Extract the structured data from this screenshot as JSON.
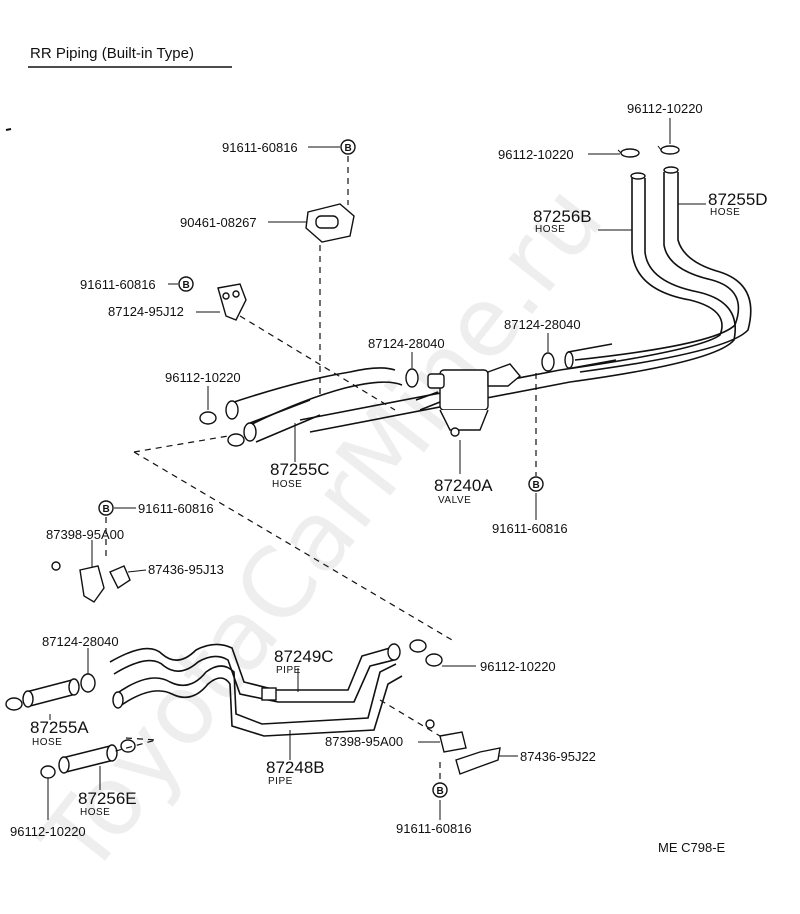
{
  "title": "RR Piping (Built-in Type)",
  "watermark": "ToyotaCarMine.ru",
  "footer_code": "ME  C798-E",
  "bolt_symbol": "B",
  "labels": {
    "p91611_a": "91611-60816",
    "p90461": "90461-08267",
    "p91611_b": "91611-60816",
    "p87124_95J12": "87124-95J12",
    "p96112_a": "96112-10220",
    "p87255C": "87255C",
    "p87255C_sub": "HOSE",
    "p87124_28040_a": "87124-28040",
    "p87124_28040_b": "87124-28040",
    "p87240A": "87240A",
    "p87240A_sub": "VALVE",
    "p91611_c": "91611-60816",
    "p96112_top": "96112-10220",
    "p96112_b": "96112-10220",
    "p87256B": "87256B",
    "p87256B_sub": "HOSE",
    "p87255D": "87255D",
    "p87255D_sub": "HOSE",
    "p91611_d": "91611-60816",
    "p87398_a": "87398-95A00",
    "p87436_J13": "87436-95J13",
    "p87124_28040_c": "87124-28040",
    "p87249C": "87249C",
    "p87249C_sub": "PIPE",
    "p96112_c": "96112-10220",
    "p87255A": "87255A",
    "p87255A_sub": "HOSE",
    "p87398_b": "87398-95A00",
    "p87436_J22": "87436-95J22",
    "p87248B": "87248B",
    "p87248B_sub": "PIPE",
    "p87256E": "87256E",
    "p87256E_sub": "HOSE",
    "p96112_d": "96112-10220",
    "p91611_e": "91611-60816"
  }
}
